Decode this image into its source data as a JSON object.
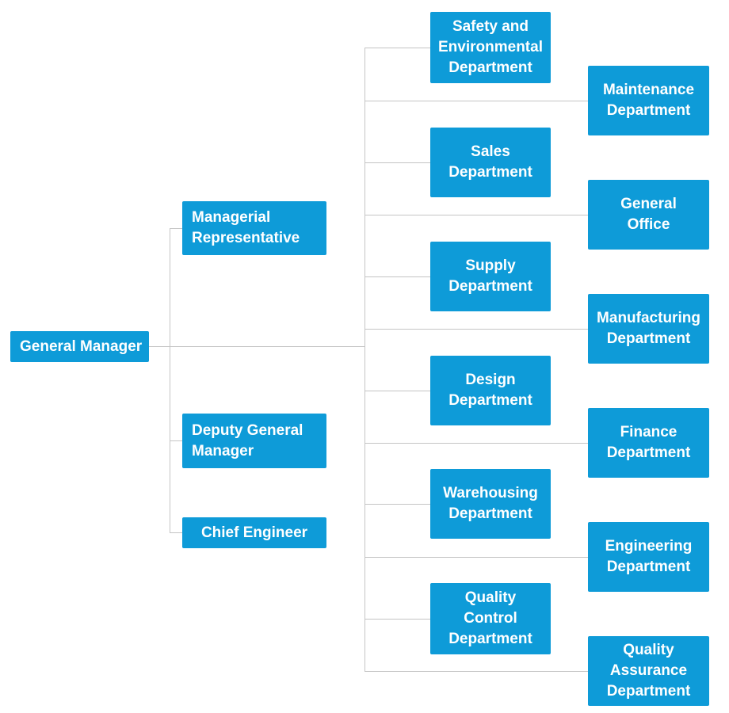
{
  "colors": {
    "node_fill": "#0e9bd8",
    "node_text": "#ffffff",
    "connector": "#c4c4c4",
    "background": "#ffffff"
  },
  "nodes": {
    "general_manager": {
      "label": "General Manager"
    },
    "managerial_representative": {
      "label": "Managerial\nRepresentative"
    },
    "deputy_general_manager": {
      "label": "Deputy General\nManager"
    },
    "chief_engineer": {
      "label": "Chief Engineer"
    },
    "safety_environmental": {
      "label": "Safety and\nEnvironmental\nDepartment"
    },
    "sales": {
      "label": "Sales\nDepartment"
    },
    "supply": {
      "label": "Supply\nDepartment"
    },
    "design": {
      "label": "Design\nDepartment"
    },
    "warehousing": {
      "label": "Warehousing\nDepartment"
    },
    "quality_control": {
      "label": "Quality\nControl\nDepartment"
    },
    "maintenance": {
      "label": "Maintenance\nDepartment"
    },
    "general_office": {
      "label": "General\nOffice"
    },
    "manufacturing": {
      "label": "Manufacturing\nDepartment"
    },
    "finance": {
      "label": "Finance\nDepartment"
    },
    "engineering": {
      "label": "Engineering\nDepartment"
    },
    "quality_assurance": {
      "label": "Quality\nAssurance\nDepartment"
    }
  },
  "edges": [
    {
      "from": "general_manager",
      "to": "managerial_representative"
    },
    {
      "from": "general_manager",
      "to": "deputy_general_manager"
    },
    {
      "from": "general_manager",
      "to": "chief_engineer"
    },
    {
      "from": "general_manager",
      "to": "safety_environmental"
    },
    {
      "from": "general_manager",
      "to": "maintenance"
    },
    {
      "from": "general_manager",
      "to": "sales"
    },
    {
      "from": "general_manager",
      "to": "general_office"
    },
    {
      "from": "general_manager",
      "to": "supply"
    },
    {
      "from": "general_manager",
      "to": "manufacturing"
    },
    {
      "from": "general_manager",
      "to": "design"
    },
    {
      "from": "general_manager",
      "to": "finance"
    },
    {
      "from": "general_manager",
      "to": "warehousing"
    },
    {
      "from": "general_manager",
      "to": "engineering"
    },
    {
      "from": "general_manager",
      "to": "quality_control"
    },
    {
      "from": "general_manager",
      "to": "quality_assurance"
    }
  ]
}
